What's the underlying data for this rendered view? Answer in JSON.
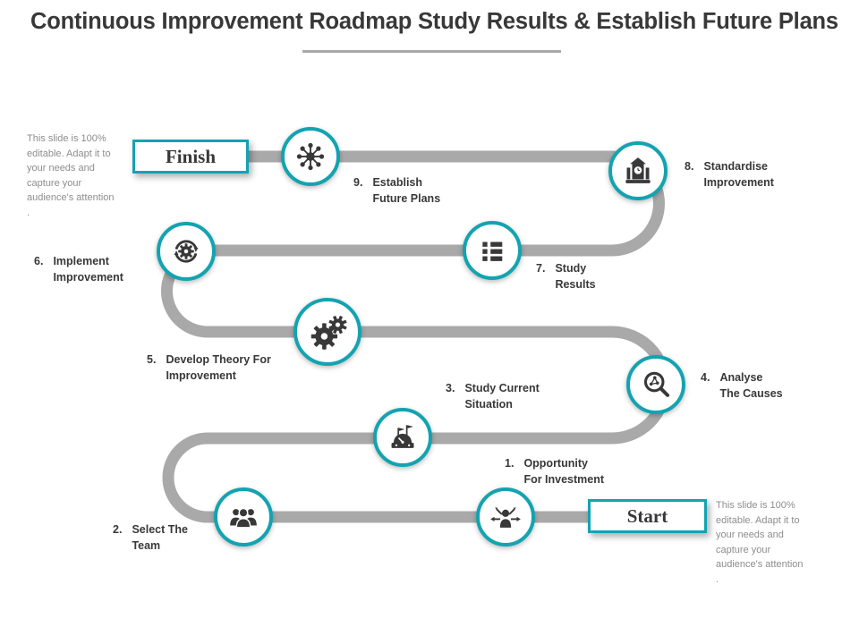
{
  "title": "Continuous Improvement Roadmap Study Results & Establish Future Plans",
  "road": {
    "finish_label": "Finish",
    "start_label": "Start"
  },
  "notes": {
    "left": "This slide is 100%\neditable. Adapt it to\nyour needs and\ncapture your\naudience's attention\n.",
    "right": "This slide is 100%\neditable. Adapt it to\nyour needs and\ncapture your\naudience's attention\n."
  },
  "steps": [
    {
      "num": "1.",
      "line1": "Opportunity",
      "line2": "For Investment",
      "icon": "person-arrows-icon"
    },
    {
      "num": "2.",
      "line1": "Select The",
      "line2": "Team",
      "icon": "team-icon"
    },
    {
      "num": "3.",
      "line1": "Study Current",
      "line2": "Situation",
      "icon": "gauge-icon"
    },
    {
      "num": "4.",
      "line1": "Analyse",
      "line2": "The Causes",
      "icon": "magnifier-analysis-icon"
    },
    {
      "num": "5.",
      "line1": "Develop Theory For",
      "line2": "Improvement",
      "icon": "gears-icon"
    },
    {
      "num": "6.",
      "line1": "Implement",
      "line2": "Improvement",
      "icon": "process-cycle-icon"
    },
    {
      "num": "7.",
      "line1": "Study",
      "line2": "Results",
      "icon": "list-icon"
    },
    {
      "num": "8.",
      "line1": "Standardise",
      "line2": "Improvement",
      "icon": "clock-tower-icon"
    },
    {
      "num": "9.",
      "line1": "Establish",
      "line2": "Future Plans",
      "icon": "network-icon"
    }
  ],
  "colors": {
    "teal": "#13a3b1",
    "road": "#a9a9a9",
    "ink": "#383838",
    "note": "#8d8d8d"
  }
}
